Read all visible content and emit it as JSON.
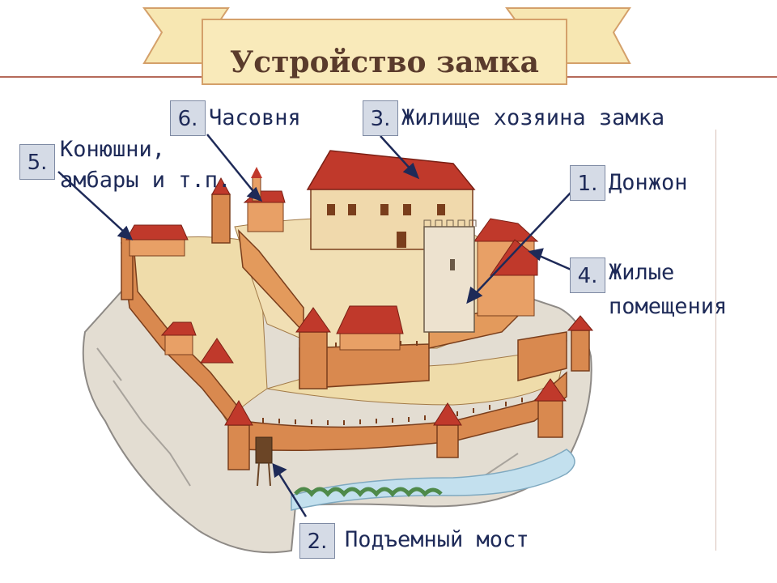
{
  "title": "Устройство замка",
  "labels": {
    "l1": {
      "num": "1.",
      "text": "Донжон"
    },
    "l2": {
      "num": "2.",
      "text": "Подъемный мост"
    },
    "l3": {
      "num": "3.",
      "text": "Жилище хозяина замка"
    },
    "l4": {
      "num": "4.",
      "text1": "Жилые",
      "text2": "помещения"
    },
    "l5": {
      "num": "5.",
      "text1": "Конюшни,",
      "text2": "амбары и т.п."
    },
    "l6": {
      "num": "6.",
      "text": "Часовня"
    }
  }
}
